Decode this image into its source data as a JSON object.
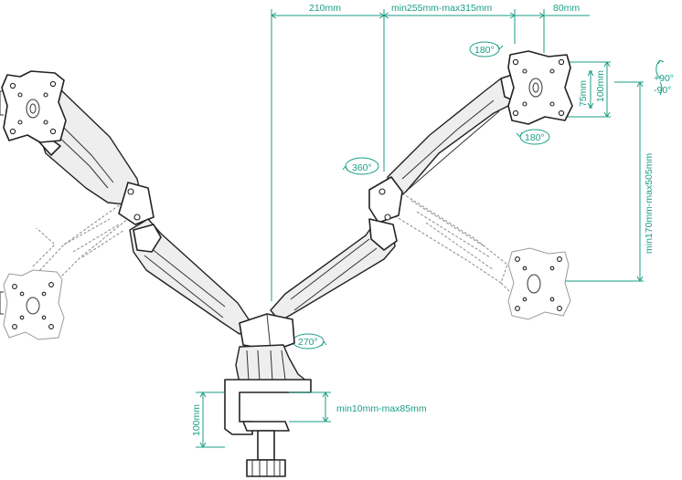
{
  "dimensions": {
    "reach_left": "210mm",
    "reach_extension": "min255mm-max315mm",
    "plate_offset": "80mm",
    "vesa_small": "75mm",
    "vesa_large": "100mm",
    "height_range": "min170mm-max505mm",
    "clamp_height": "100mm",
    "desk_thickness": "min10mm-max85mm"
  },
  "rotations": {
    "tilt_top": "180°",
    "tilt_bottom": "180°",
    "swivel_pivot": "360°",
    "base_rotation": "270°",
    "tilt_range_up": "+90°",
    "tilt_range_down": "-90°"
  },
  "colors": {
    "accent": "#1a9e86",
    "line": "#222222"
  }
}
